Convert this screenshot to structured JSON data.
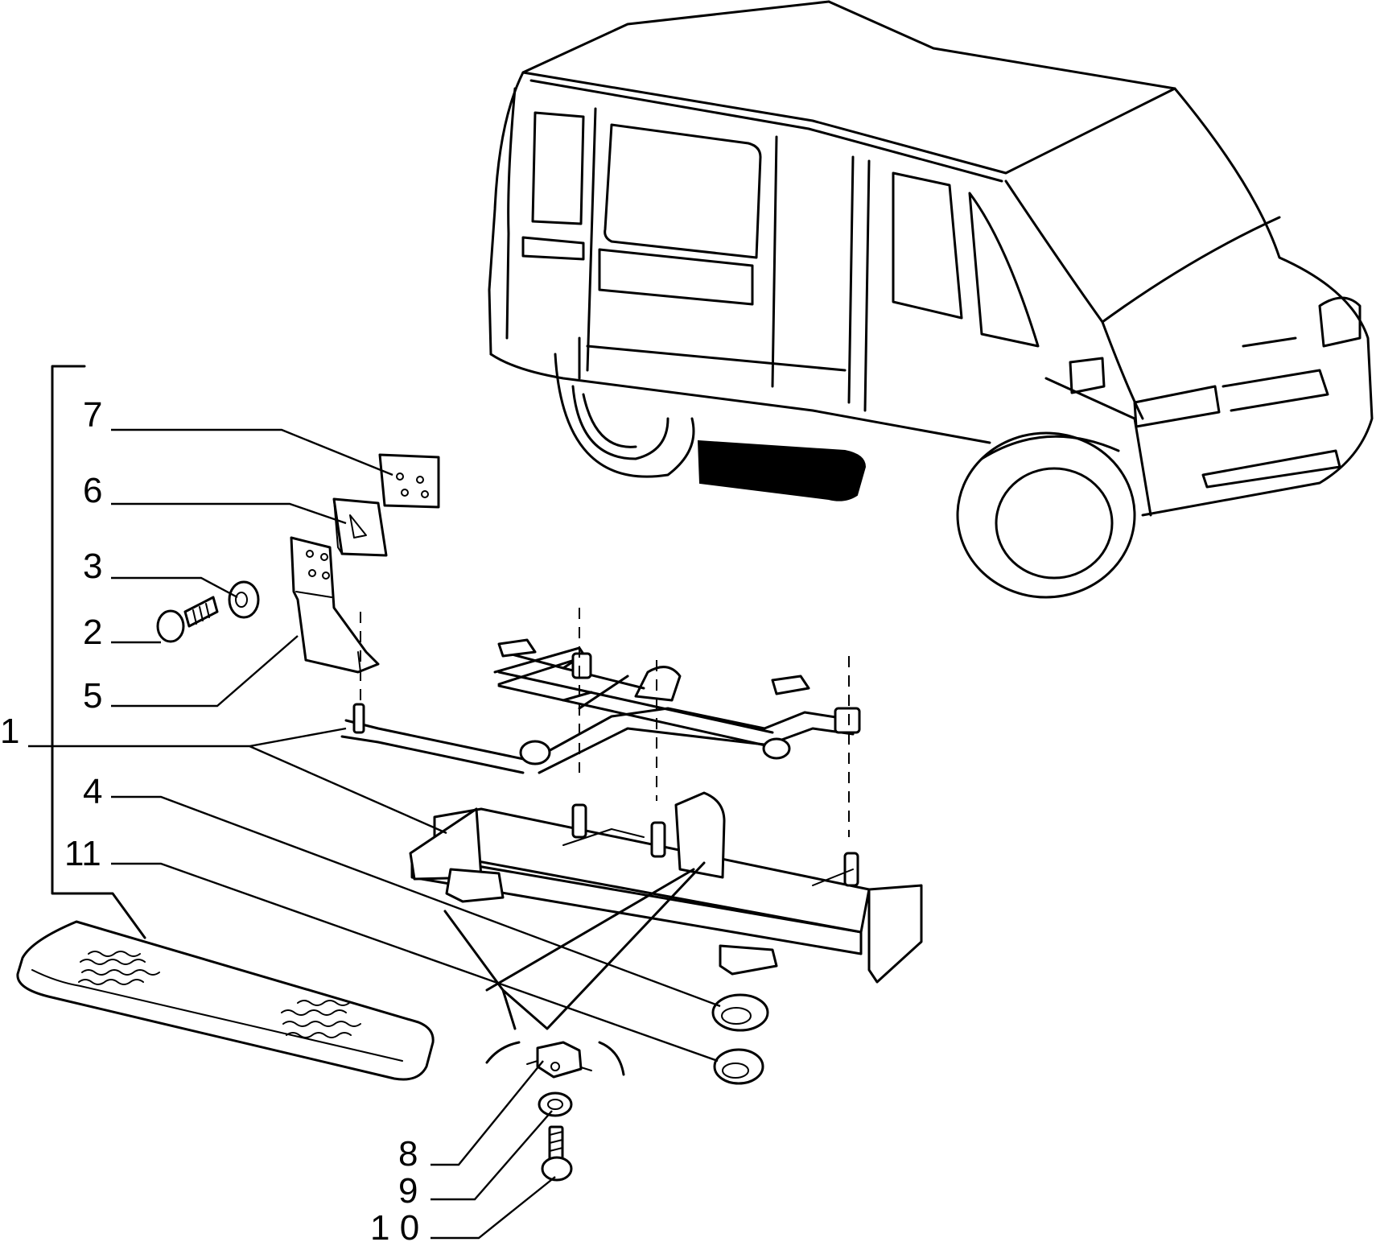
{
  "callouts": [
    {
      "id": "n1",
      "text": "1"
    },
    {
      "id": "n2",
      "text": "2"
    },
    {
      "id": "n3",
      "text": "3"
    },
    {
      "id": "n4",
      "text": "4"
    },
    {
      "id": "n5",
      "text": "5"
    },
    {
      "id": "n6",
      "text": "6"
    },
    {
      "id": "n7",
      "text": "7"
    },
    {
      "id": "n8",
      "text": "8"
    },
    {
      "id": "n9",
      "text": "9"
    },
    {
      "id": "n10",
      "text": "1 0"
    },
    {
      "id": "n11",
      "text": "11"
    }
  ]
}
